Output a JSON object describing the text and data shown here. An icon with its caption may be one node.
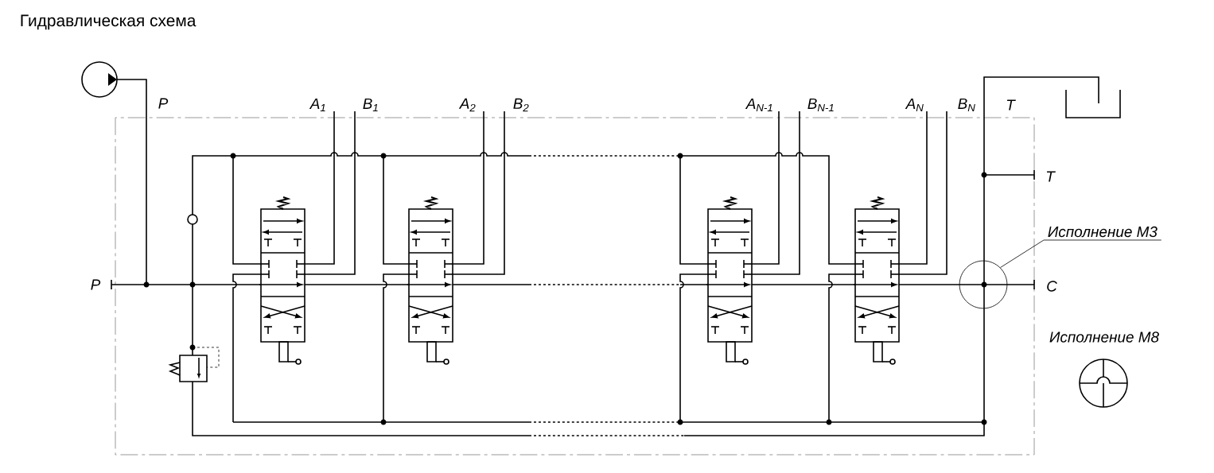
{
  "diagram": {
    "title": "Гидравлическая схема",
    "nodes": [
      {
        "text": [
          "Исполнение М3"
        ]
      },
      {
        "text": [],
        "shape": "circle"
      }
    ],
    "edges": [
      {
        "from": 0,
        "to": 1,
        "arrow": "none"
      }
    ],
    "labels": [
      "P",
      "A$_{1}$",
      "B$_{1}$",
      "A$_{2}$",
      "B$_{2}$",
      "A$_{N-1}$",
      "B$_{N-1}$",
      "A$_{N}$",
      "B$_{N}$",
      "T",
      "T",
      "P",
      "C",
      "Исполнение М8"
    ]
  }
}
